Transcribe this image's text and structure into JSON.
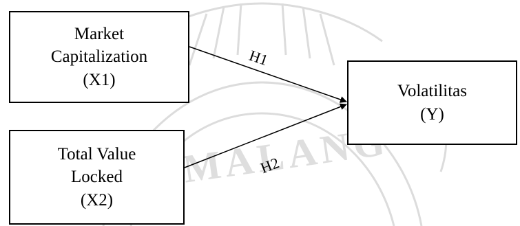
{
  "diagram": {
    "nodes": {
      "x1": {
        "lines": [
          "Market",
          "Capitalization",
          "(X1)"
        ]
      },
      "x2": {
        "lines": [
          "Total Value",
          "Locked",
          "(X2)"
        ]
      },
      "y": {
        "lines": [
          "Volatilitas",
          "(Y)"
        ]
      }
    },
    "edges": [
      {
        "from": "X1",
        "to": "Y",
        "label": "H1"
      },
      {
        "from": "X2",
        "to": "Y",
        "label": "H2"
      }
    ],
    "watermark_text": "MALANG"
  },
  "colors": {
    "stroke": "#000000",
    "watermark": "#d9d9d9"
  }
}
